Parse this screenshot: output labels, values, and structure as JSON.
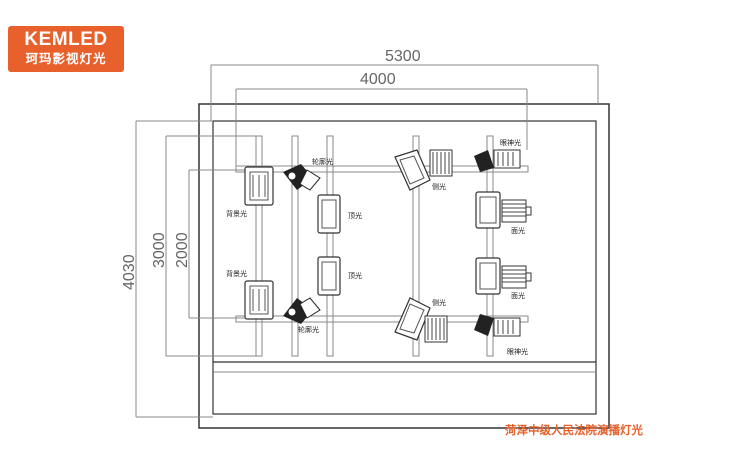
{
  "logo": {
    "brand": "KEMLED",
    "subtitle": "珂玛影视灯光"
  },
  "dimensions": {
    "w_outer": "5300",
    "w_inner": "4000",
    "h_outer": "4030",
    "h_mid": "3000",
    "h_inner": "2000"
  },
  "labels": {
    "backlight_top": "背景光",
    "backlight_bottom": "背景光",
    "contour_top": "轮廓光",
    "contour_bottom": "轮廓光",
    "toplight_1": "顶光",
    "toplight_2": "顶光",
    "side_top": "侧光",
    "side_bottom": "侧光",
    "eye_top": "眼神光",
    "eye_bottom": "眼神光",
    "face_1": "面光",
    "face_2": "面光"
  },
  "caption": "菏泽中级人民法院演播灯光"
}
